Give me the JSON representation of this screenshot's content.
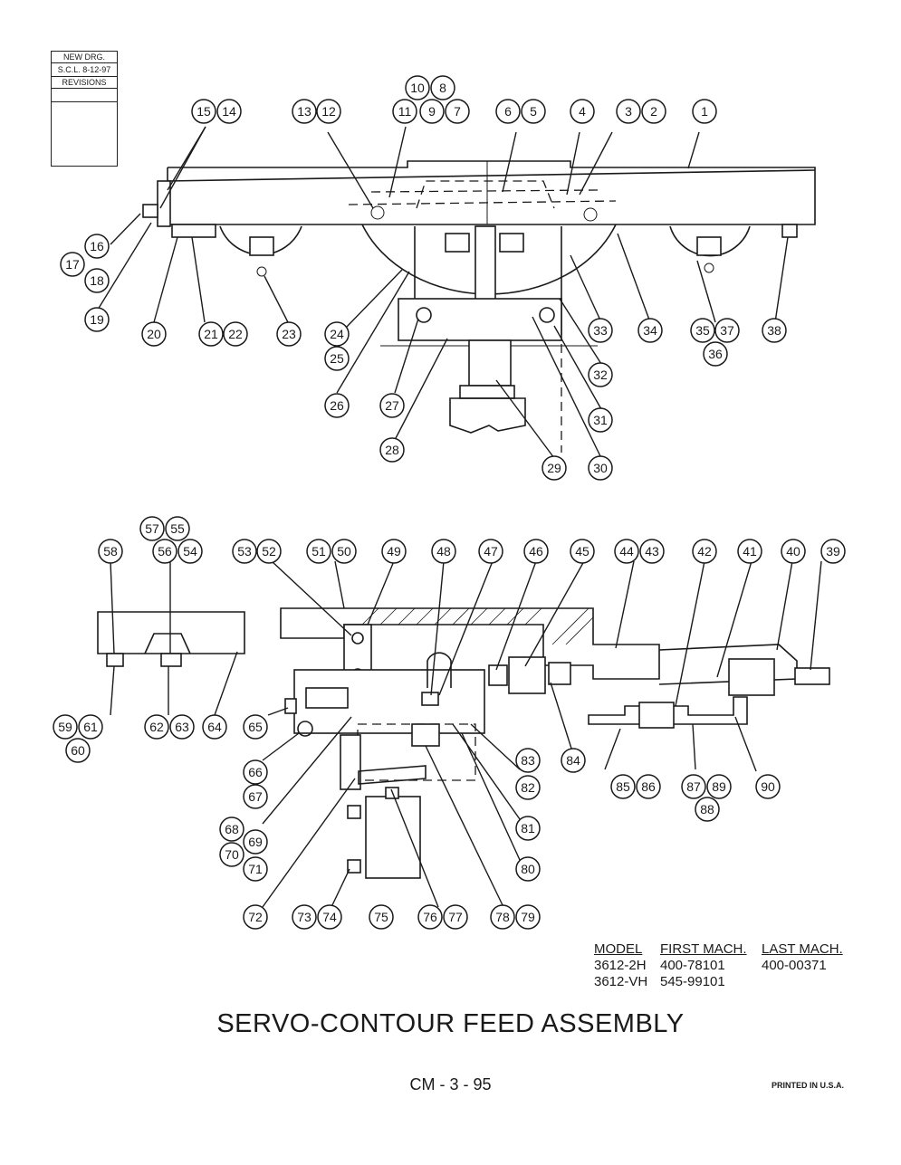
{
  "revision_block": {
    "line1": "NEW DRG.",
    "line2": "S.C.L. 8-12-97",
    "label": "REVISIONS"
  },
  "callouts": [
    "1",
    "2",
    "3",
    "4",
    "5",
    "6",
    "7",
    "8",
    "9",
    "10",
    "11",
    "12",
    "13",
    "14",
    "15",
    "16",
    "17",
    "18",
    "19",
    "20",
    "21",
    "22",
    "23",
    "24",
    "25",
    "26",
    "27",
    "28",
    "29",
    "30",
    "31",
    "32",
    "33",
    "34",
    "35",
    "36",
    "37",
    "38",
    "39",
    "40",
    "41",
    "42",
    "43",
    "44",
    "45",
    "46",
    "47",
    "48",
    "49",
    "50",
    "51",
    "52",
    "53",
    "54",
    "55",
    "56",
    "57",
    "58",
    "59",
    "60",
    "61",
    "62",
    "63",
    "64",
    "65",
    "66",
    "67",
    "68",
    "69",
    "70",
    "71",
    "72",
    "73",
    "74",
    "75",
    "76",
    "77",
    "78",
    "79",
    "80",
    "81",
    "82",
    "83",
    "84",
    "85",
    "86",
    "87",
    "88",
    "89",
    "90"
  ],
  "model_table": {
    "headers": [
      "MODEL",
      "FIRST MACH.",
      "LAST MACH."
    ],
    "rows": [
      [
        "3612-2H",
        "400-78101",
        "400-00371"
      ],
      [
        "3612-VH",
        "545-99101",
        ""
      ]
    ]
  },
  "title": "SERVO-CONTOUR FEED ASSEMBLY",
  "page_number": "CM - 3 - 95",
  "printed": "PRINTED IN U.S.A.",
  "colors": {
    "ink": "#1a1a1a",
    "paper": "#ffffff"
  }
}
